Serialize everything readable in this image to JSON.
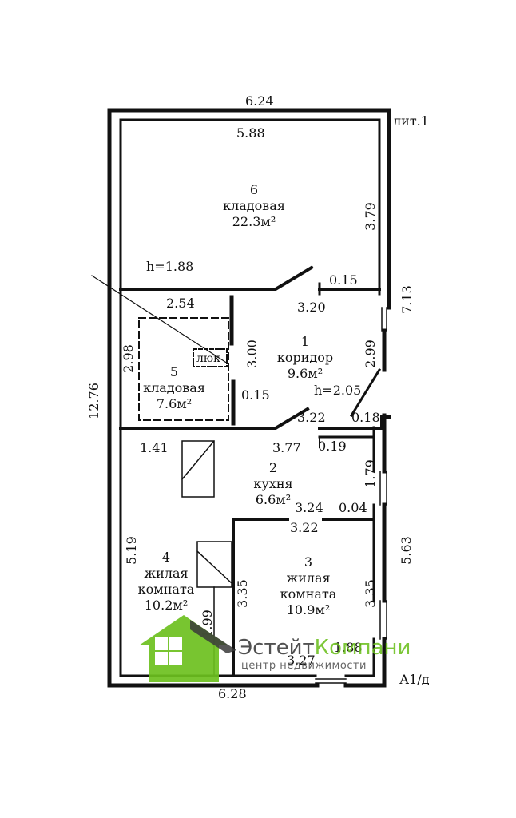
{
  "labels": {
    "lit": "лит.1",
    "a1": "А1/д",
    "hatch": "люк"
  },
  "heights": {
    "upper": "h=1.88",
    "corridor": "h=2.05"
  },
  "rooms": [
    {
      "number": "6",
      "name": "кладовая",
      "area": "22.3м²"
    },
    {
      "number": "5",
      "name": "кладовая",
      "area": "7.6м²"
    },
    {
      "number": "1",
      "name": "коридор",
      "area": "9.6м²"
    },
    {
      "number": "2",
      "name": "кухня",
      "area": "6.6м²"
    },
    {
      "number": "4",
      "name_line1": "жилая",
      "name_line2": "комната",
      "area": "10.2м²"
    },
    {
      "number": "3",
      "name_line1": "жилая",
      "name_line2": "комната",
      "area": "10.9м²"
    }
  ],
  "dimensions": {
    "top_outer": "6.24",
    "top_inner": "5.88",
    "r6_height": "3.79",
    "right_total": "7.13",
    "d015_top": "0.15",
    "d254": "2.54",
    "d320": "3.20",
    "d298": "2.98",
    "d300": "3.00",
    "d299": "2.99",
    "d015_mid": "0.15",
    "left_total": "12.76",
    "d322_top": "3.22",
    "d018": "0.18",
    "d141": "1.41",
    "d377": "3.77",
    "d019": "0.19",
    "d179": "1.79",
    "d324": "3.24",
    "d004": "0.04",
    "d322_mid": "3.22",
    "d519": "5.19",
    "d563": "5.63",
    "d335_left": "3.35",
    "d335_right": "3.35",
    "d199": "1.99",
    "d327": "3.27",
    "d088": "1.88",
    "bottom": "6.28"
  },
  "watermark": {
    "brand_part1": "Эстейт",
    "brand_part2": "Компани",
    "tagline": "центр недвижимости",
    "color_dark": "#3a3a3a",
    "color_green": "#6cc01e"
  }
}
